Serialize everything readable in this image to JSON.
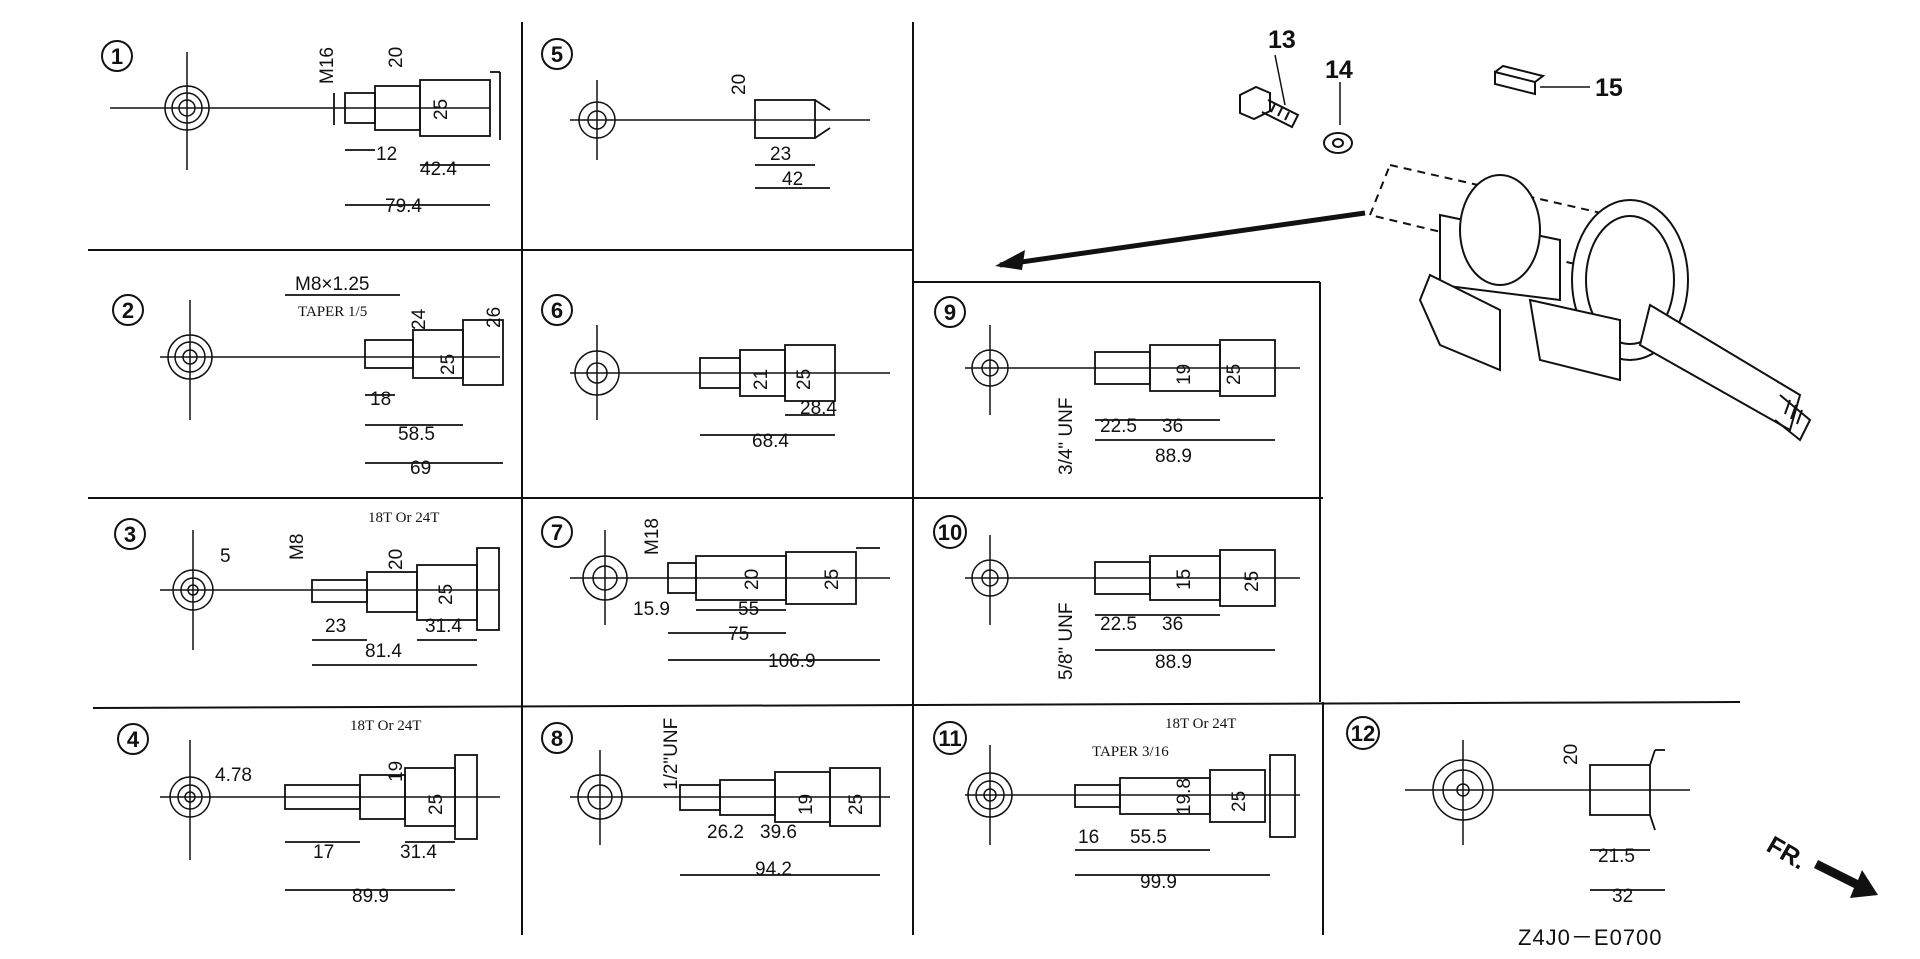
{
  "diagram_code": "Z4J0－E0700",
  "front_label": "FR.",
  "parts": [
    {
      "ref": "13"
    },
    {
      "ref": "14"
    },
    {
      "ref": "15"
    }
  ],
  "variants": [
    {
      "num": "1",
      "dims": [
        "M16",
        "20",
        "25",
        "12",
        "42.4",
        "79.4"
      ]
    },
    {
      "num": "2",
      "thread": "M8×1.25",
      "taper": "TAPER 1/5",
      "dims": [
        "24",
        "26",
        "25",
        "18",
        "58.5",
        "69"
      ]
    },
    {
      "num": "3",
      "teeth": "18T Or 24T",
      "dims": [
        "5",
        "M8",
        "20",
        "25",
        "23",
        "31.4",
        "81.4"
      ]
    },
    {
      "num": "4",
      "teeth": "18T Or 24T",
      "dims": [
        "4.78",
        "19",
        "25",
        "17",
        "31.4",
        "89.9"
      ]
    },
    {
      "num": "5",
      "dims": [
        "20",
        "23",
        "42"
      ]
    },
    {
      "num": "6",
      "dims": [
        "21",
        "25",
        "28.4",
        "68.4"
      ]
    },
    {
      "num": "7",
      "dims": [
        "M18",
        "20",
        "25",
        "15.9",
        "55",
        "75",
        "106.9"
      ]
    },
    {
      "num": "8",
      "thread": "1/2\"UNF",
      "dims": [
        "19",
        "25",
        "26.2",
        "39.6",
        "94.2"
      ]
    },
    {
      "num": "9",
      "thread": "3/4\" UNF",
      "dims": [
        "19",
        "25",
        "22.5",
        "36",
        "88.9"
      ]
    },
    {
      "num": "10",
      "thread": "5/8\" UNF",
      "dims": [
        "15",
        "25",
        "22.5",
        "36",
        "88.9"
      ]
    },
    {
      "num": "11",
      "teeth": "18T Or 24T",
      "taper": "TAPER 3/16",
      "dims": [
        "19.8",
        "25",
        "16",
        "55.5",
        "99.9"
      ]
    },
    {
      "num": "12",
      "dims": [
        "20",
        "21.5",
        "32"
      ]
    }
  ]
}
